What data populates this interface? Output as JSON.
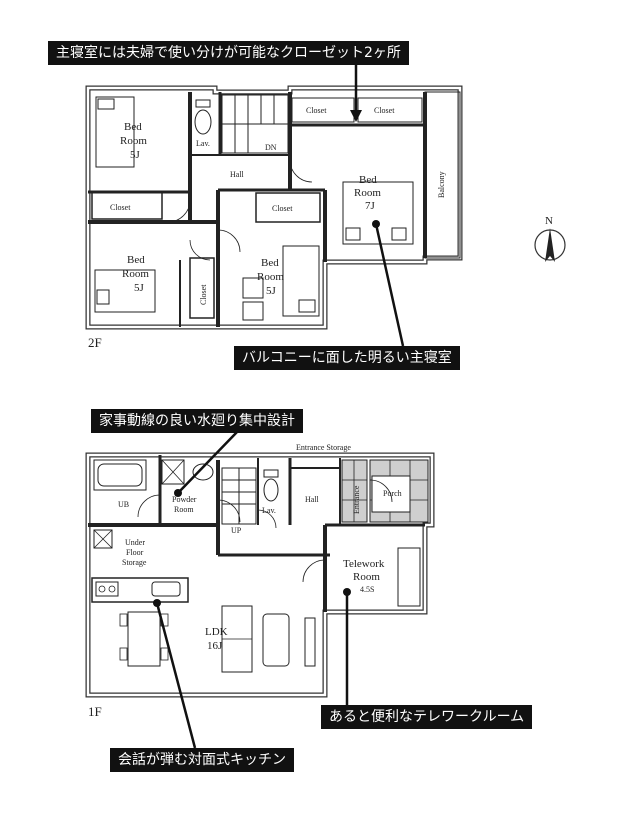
{
  "callouts": {
    "master_closets": "主寝室には夫婦で使い分けが可能なクローゼット2ヶ所",
    "balcony_bedroom": "バルコニーに面した明るい主寝室",
    "water_area": "家事動線の良い水廻り集中設計",
    "telework": "あると便利なテレワークルーム",
    "kitchen": "会話が弾む対面式キッチン"
  },
  "floors": {
    "second": {
      "label": "2F",
      "rooms": {
        "bed_nw": {
          "name": "Bed",
          "name2": "Room",
          "size": "5J"
        },
        "bed_sw": {
          "name": "Bed",
          "name2": "Room",
          "size": "5J"
        },
        "bed_center": {
          "name": "Bed",
          "name2": "Room",
          "size": "5J"
        },
        "master": {
          "name": "Bed",
          "name2": "Room",
          "size": "7J"
        }
      },
      "labels": {
        "closet_nw": "Closet",
        "closet_center": "Closet",
        "closet_vertical": "Closet",
        "closet_top_left": "Closet",
        "closet_top_right": "Closet",
        "lav": "Lav.",
        "dn": "DN",
        "hall": "Hall",
        "balcony": "Balcony"
      }
    },
    "first": {
      "label": "1F",
      "rooms": {
        "ldk": {
          "name": "LDK",
          "size": "16J"
        },
        "telework": {
          "name": "Telework",
          "name2": "Room",
          "size": "4.5S"
        },
        "powder": {
          "name": "Powder",
          "name2": "Room"
        }
      },
      "labels": {
        "entrance_storage": "Entrance Storage",
        "hall": "Hall",
        "porch": "Porch",
        "lav": "Lav.",
        "up": "UP",
        "ub": "UB",
        "under_floor": "Under",
        "under_floor2": "Floor",
        "under_floor3": "Storage",
        "entrance": "Entrance"
      }
    }
  },
  "compass": {
    "north": "N"
  }
}
